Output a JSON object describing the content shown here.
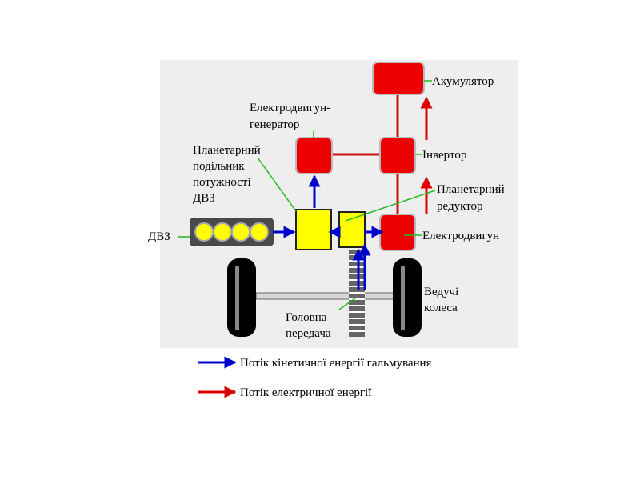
{
  "labels": {
    "battery": "Акумулятор",
    "motor_generator_1": "Електродвигун-",
    "motor_generator_2": "генератор",
    "inverter": "Інвертор",
    "power_split_1": "Планетарний",
    "power_split_2": "подільник",
    "power_split_3": "потужності",
    "power_split_4": "ДВЗ",
    "reduction_gear_1": "Планетарний",
    "reduction_gear_2": "редуктор",
    "engine": "ДВЗ",
    "motor": "Електродвигун",
    "drive_wheels_1": "Ведучі",
    "drive_wheels_2": "колеса",
    "final_drive_1": "Головна",
    "final_drive_2": "передача"
  },
  "legend": {
    "kinetic": "Потік кінетичної енергії гальмування",
    "electric": "Потік електричної енергії"
  },
  "colors": {
    "component_red": "#ee0000",
    "gear_yellow": "#ffff00",
    "kinetic_flow": "#0000cc",
    "electric_flow": "#dd0000",
    "pointer_green": "#22bb22",
    "background_panel": "#eeeeee"
  }
}
